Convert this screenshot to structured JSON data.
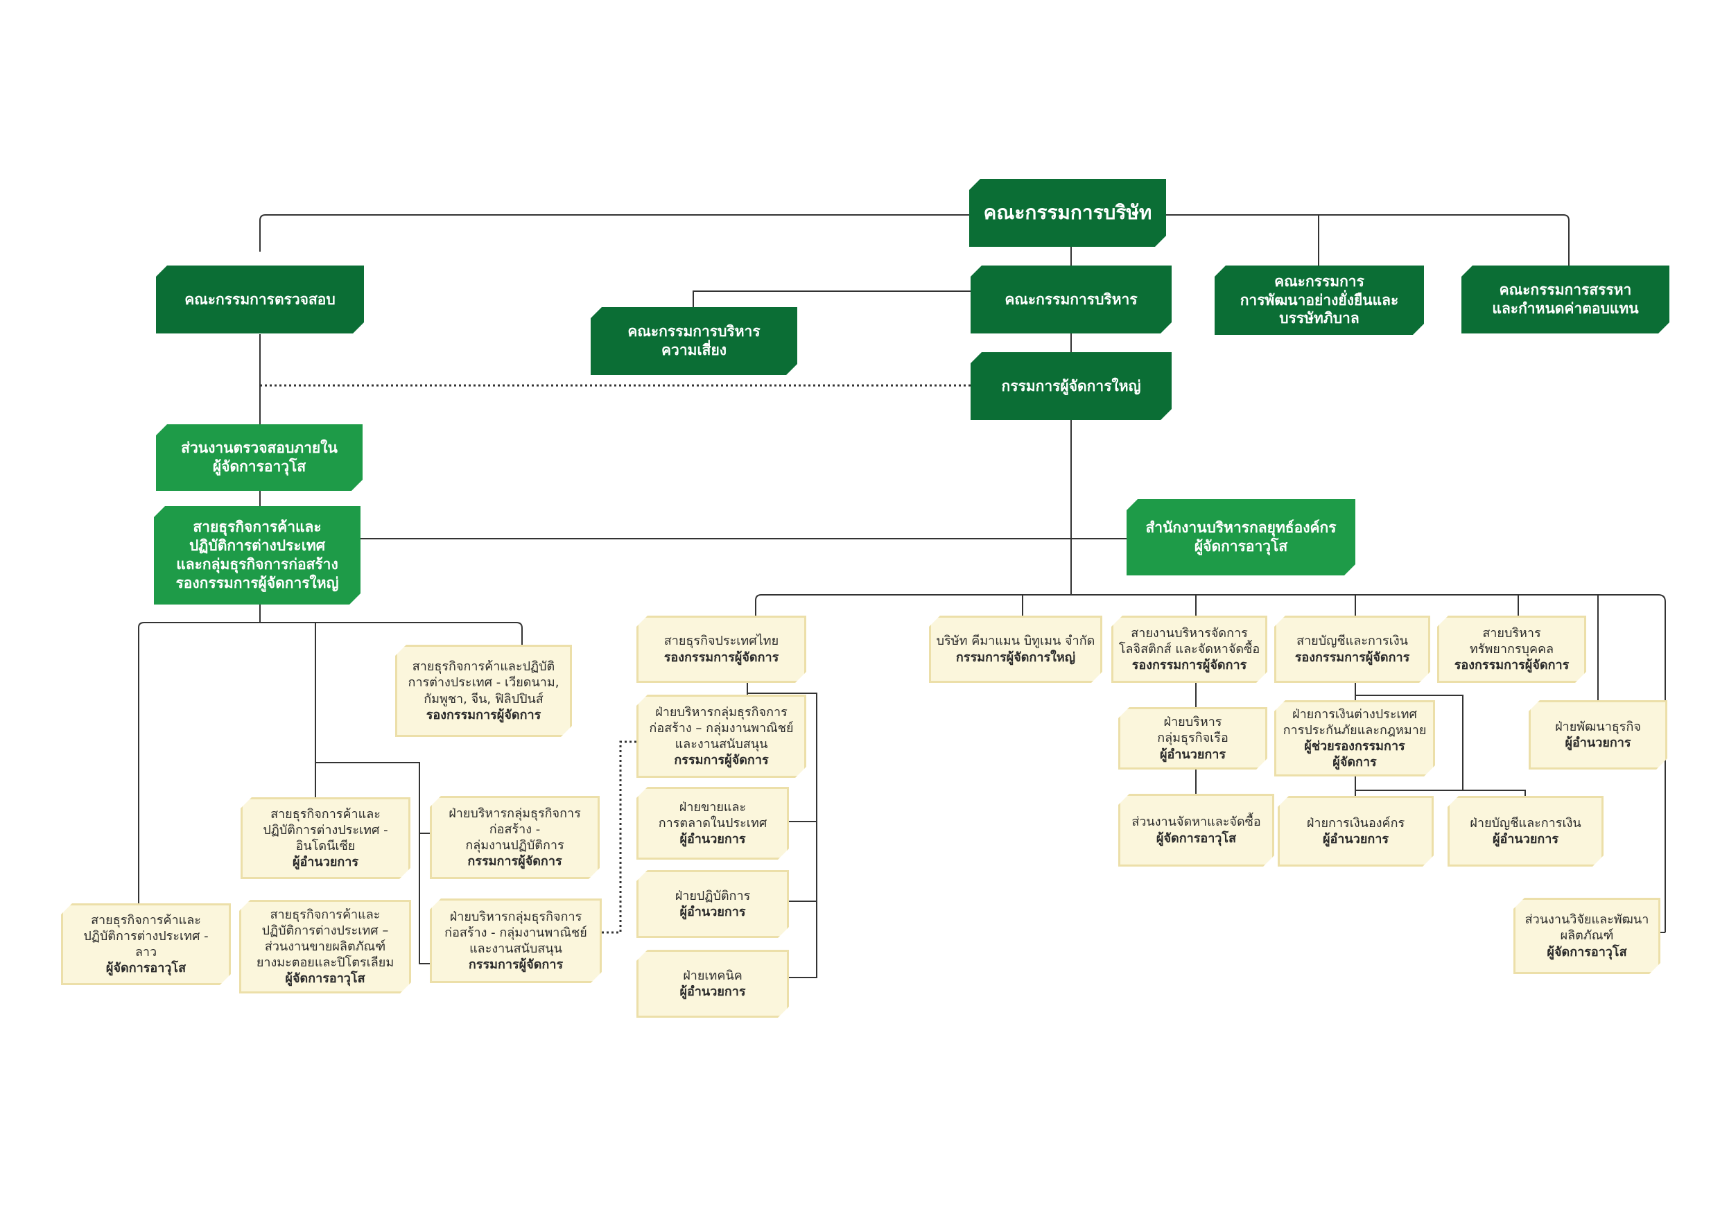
{
  "colors": {
    "dark_green": "#0b6e35",
    "green": "#1e9b48",
    "cream": "#fbf6dc",
    "cream_border": "#ecdfa9",
    "line": "#333333"
  },
  "board": {
    "title": "คณะกรรมการบริษัท"
  },
  "board_committees": {
    "audit": "คณะกรรมการตรวจสอบ",
    "executive": "คณะกรรมการบริหาร",
    "sustainability": [
      "คณะกรรมการ",
      "การพัฒนาอย่างยั่งยืนและ",
      "บรรษัทภิบาล"
    ],
    "nomination": [
      "คณะกรรมการสรรหา",
      "และกำหนดค่าตอบแทน"
    ],
    "risk": [
      "คณะกรรมการบริหาร",
      "ความเสี่ยง"
    ]
  },
  "president": "กรรมการผู้จัดการใหญ่",
  "internal_audit": [
    "ส่วนงานตรวจสอบภายใน",
    "ผู้จัดการอาวุโส"
  ],
  "strategy_office": [
    "สำนักงานบริหารกลยุทธ์องค์กร",
    "ผู้จัดการอาวุโส"
  ],
  "intl_group": [
    "สายธุรกิจการค้าและ",
    "ปฏิบัติการต่างประเทศ",
    "และกลุ่มธุรกิจการก่อสร้าง",
    "รองกรรมการผู้จัดการใหญ่"
  ],
  "left_units": {
    "vietnam": {
      "lines": [
        "สายธุรกิจการค้าและปฏิบัติ",
        "การต่างประเทศ - เวียดนาม,",
        "กัมพูชา, จีน, ฟิลิปปินส์"
      ],
      "role": "รองกรรมการผู้จัดการ"
    },
    "indonesia": {
      "lines": [
        "สายธุรกิจการค้าและ",
        "ปฏิบัติการต่างประเทศ -",
        "อินโดนีเซีย"
      ],
      "role": "ผู้อำนวยการ"
    },
    "laos": {
      "lines": [
        "สายธุรกิจการค้าและ",
        "ปฏิบัติการต่างประเทศ -",
        "ลาว"
      ],
      "role": "ผู้จัดการอาวุโส"
    },
    "rubber": {
      "lines": [
        "สายธุรกิจการค้าและ",
        "ปฏิบัติการต่างประเทศ –",
        "ส่วนงานขายผลิตภัณฑ์",
        "ยางมะตอยและปิโตรเลียม"
      ],
      "role": "ผู้จัดการอาวุโส"
    },
    "construction_ops": {
      "lines": [
        "ฝ่ายบริหารกลุ่มธุรกิจการ",
        "ก่อสร้าง -",
        "กลุ่มงานปฏิบัติการ"
      ],
      "role": "กรรมการผู้จัดการ"
    },
    "construction_comm": {
      "lines": [
        "ฝ่ายบริหารกลุ่มธุรกิจการ",
        "ก่อสร้าง - กลุ่มงานพาณิชย์",
        "และงานสนับสนุน"
      ],
      "role": "กรรมการผู้จัดการ"
    }
  },
  "thai_units": {
    "thai_business": {
      "lines": [
        "สายธุรกิจประเทศไทย"
      ],
      "role": "รองกรรมการผู้จัดการ"
    },
    "construction_comm_thai": {
      "lines": [
        "ฝ่ายบริหารกลุ่มธุรกิจการ",
        "ก่อสร้าง – กลุ่มงานพาณิชย์",
        "และงานสนับสนุน"
      ],
      "role": "กรรมการผู้จัดการ"
    },
    "sales_marketing": {
      "lines": [
        "ฝ่ายขายและ",
        "การตลาดในประเทศ"
      ],
      "role": "ผู้อำนวยการ"
    },
    "operations": {
      "lines": [
        "ฝ่ายปฏิบัติการ"
      ],
      "role": "ผู้อำนวยการ"
    },
    "technical": {
      "lines": [
        "ฝ่ายเทคนิค"
      ],
      "role": "ผู้อำนวยการ"
    }
  },
  "right_units": {
    "chemical_company": {
      "lines": [
        "บริษัท คีมาแมน บิทูเมน จำกัด"
      ],
      "role": "กรรมการผู้จัดการใหญ่"
    },
    "logistics": {
      "lines": [
        "สายงานบริหารจัดการ",
        "โลจิสติกส์ และจัดหาจัดซื้อ"
      ],
      "role": "รองกรรมการผู้จัดการ"
    },
    "ship_business": {
      "lines": [
        "ฝ่ายบริหาร",
        "กลุ่มธุรกิจเรือ"
      ],
      "role": "ผู้อำนวยการ"
    },
    "procurement": {
      "lines": [
        "ส่วนงานจัดหาและจัดซื้อ"
      ],
      "role": "ผู้จัดการอาวุโส"
    },
    "finance": {
      "lines": [
        "สายบัญชีและการเงิน"
      ],
      "role": "รองกรรมการผู้จัดการ"
    },
    "intl_finance": {
      "lines": [
        "ฝ่ายการเงินต่างประเทศ",
        "การประกันภัยและกฎหมาย"
      ],
      "role": [
        "ผู้ช่วยรองกรรมการ",
        "ผู้จัดการ"
      ]
    },
    "corp_finance": {
      "lines": [
        "ฝ่ายการเงินองค์กร"
      ],
      "role": "ผู้อำนวยการ"
    },
    "accounting": {
      "lines": [
        "ฝ่ายบัญชีและการเงิน"
      ],
      "role": "ผู้อำนวยการ"
    },
    "hr": {
      "lines": [
        "สายบริหาร",
        "ทรัพยากรบุคคล"
      ],
      "role": "รองกรรมการผู้จัดการ"
    },
    "business_dev": {
      "lines": [
        "ฝ่ายพัฒนาธุรกิจ"
      ],
      "role": "ผู้อำนวยการ"
    },
    "rnd": {
      "lines": [
        "ส่วนงานวิจัยและพัฒนา",
        "ผลิตภัณฑ์"
      ],
      "role": "ผู้จัดการอาวุโส"
    }
  }
}
